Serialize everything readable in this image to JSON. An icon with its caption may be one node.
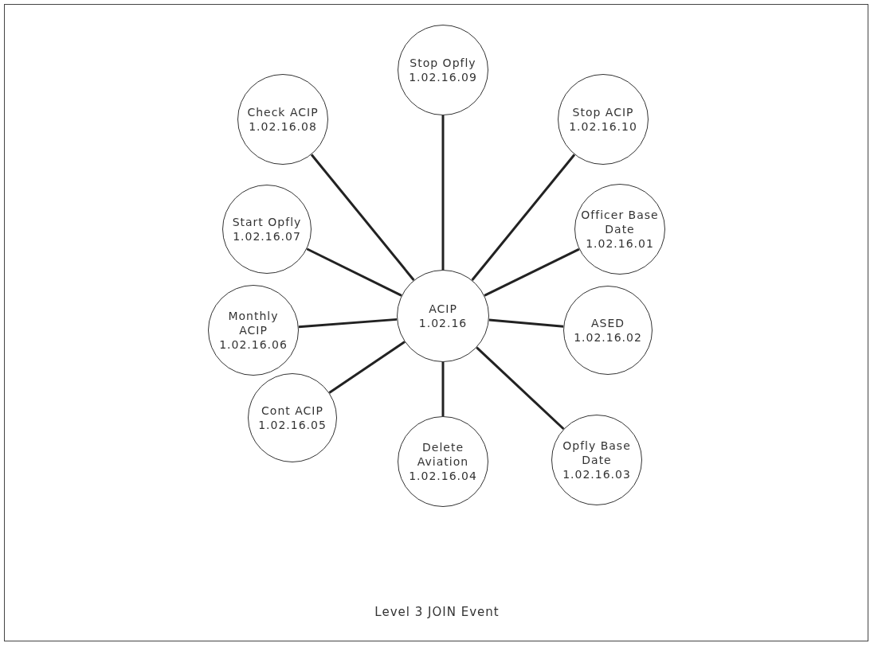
{
  "diagram": {
    "caption": "Level 3 JOIN Event",
    "nodes": [
      {
        "text": [
          "Stop Opfly",
          "1.02.16.09"
        ]
      },
      {
        "text": [
          "Check ACIP",
          "1.02.16.08"
        ]
      },
      {
        "text": [
          "Stop ACIP",
          "1.02.16.10"
        ]
      },
      {
        "text": [
          "Start Opfly",
          "1.02.16.07"
        ]
      },
      {
        "text": [
          "Officer Base Date",
          "1.02.16.01"
        ]
      },
      {
        "text": [
          "ACIP",
          "1.02.16"
        ]
      },
      {
        "text": [
          "Monthly ACIP",
          "1.02.16.06"
        ]
      },
      {
        "text": [
          "ASED",
          "1.02.16.02"
        ]
      },
      {
        "text": [
          "Cont ACIP",
          "1.02.16.05"
        ]
      },
      {
        "text": [
          "Delete Aviation",
          "1.02.16.04"
        ]
      },
      {
        "text": [
          "Opfly Base Date",
          "1.02.16.03"
        ]
      }
    ],
    "edges": [
      {
        "from": 5,
        "to": 4,
        "arrow": "none"
      },
      {
        "from": 5,
        "to": 7,
        "arrow": "none"
      },
      {
        "from": 5,
        "to": 10,
        "arrow": "none"
      },
      {
        "from": 5,
        "to": 9,
        "arrow": "none"
      },
      {
        "from": 5,
        "to": 8,
        "arrow": "none"
      },
      {
        "from": 5,
        "to": 6,
        "arrow": "none"
      },
      {
        "from": 5,
        "to": 3,
        "arrow": "none"
      },
      {
        "from": 5,
        "to": 1,
        "arrow": "none"
      },
      {
        "from": 5,
        "to": 0,
        "arrow": "none"
      },
      {
        "from": 5,
        "to": 2,
        "arrow": "none"
      }
    ]
  }
}
